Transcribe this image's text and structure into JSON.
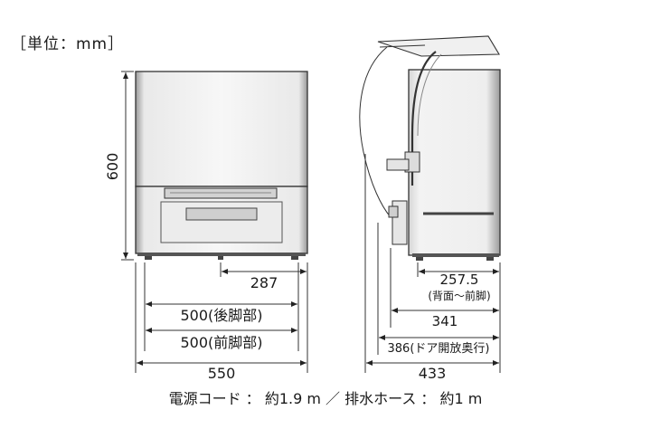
{
  "unit_label": "［単位：mm］",
  "dimensions": {
    "height": "600",
    "foot_offset": "287",
    "rear_foot_span": "500(後脚部)",
    "front_foot_span": "500(前脚部)",
    "width": "550",
    "back_to_front_foot_value": "257.5",
    "back_to_front_foot_note": "(背面〜前脚)",
    "depth_body": "341",
    "depth_door_open": "386(ドア開放奥行)",
    "depth_total": "433"
  },
  "footer_note": "電源コード ： 約1.9 m ／ 排水ホース ： 約1 m"
}
